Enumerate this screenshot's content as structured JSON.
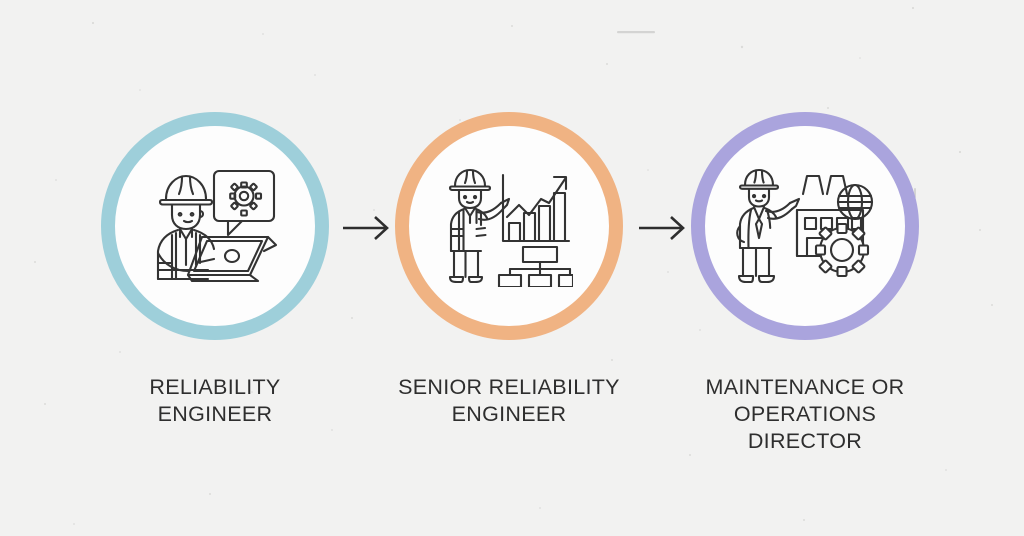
{
  "background_color": "#f2f2f1",
  "diagram": {
    "type": "career-progression-flow",
    "orientation": "horizontal",
    "steps": [
      {
        "id": "step-1",
        "label": "RELIABILITY\nENGINEER",
        "ring_color": "#9ecfda",
        "icon_name": "engineer-with-laptop-and-gear-icon",
        "icon_description": "Hard-hat worker with laptop and gear speech bubble"
      },
      {
        "id": "step-2",
        "label": "SENIOR RELIABILITY\nENGINEER",
        "ring_color": "#f0b383",
        "icon_name": "engineer-presenting-chart-icon",
        "icon_description": "Hard-hat worker pointing at growth bar chart above an org chart"
      },
      {
        "id": "step-3",
        "label": "MAINTENANCE OR\nOPERATIONS\nDIRECTOR",
        "ring_color": "#aaa4dd",
        "icon_name": "director-with-factory-globe-gear-icon",
        "icon_description": "Suited director presenting a factory with globe and gear"
      }
    ],
    "connectors": [
      {
        "id": "arrow-1",
        "icon_name": "arrow-right-icon",
        "glyph": "→",
        "color": "#2e2e2e"
      },
      {
        "id": "arrow-2",
        "icon_name": "arrow-right-icon",
        "glyph": "→",
        "color": "#2e2e2e"
      }
    ],
    "text_color": "#2e2e2e",
    "icon_stroke_color": "#333333",
    "circle_fill_color": "#fdfdfd"
  }
}
